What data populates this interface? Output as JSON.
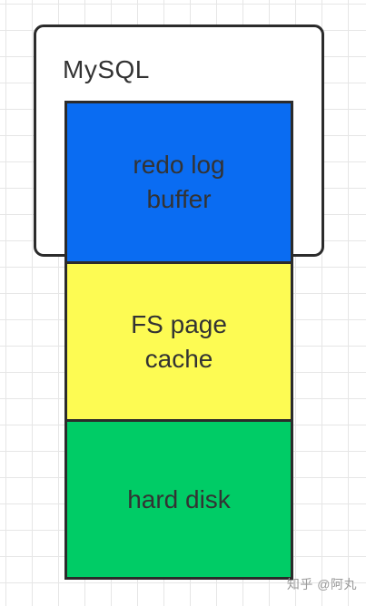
{
  "container": {
    "label": "MySQL"
  },
  "layers": [
    {
      "label": "redo log buffer",
      "color": "#0a6cf2"
    },
    {
      "label": "FS page cache",
      "color": "#fdfb53"
    },
    {
      "label": "hard disk",
      "color": "#00cc66"
    }
  ],
  "watermark": "知乎 @阿丸"
}
